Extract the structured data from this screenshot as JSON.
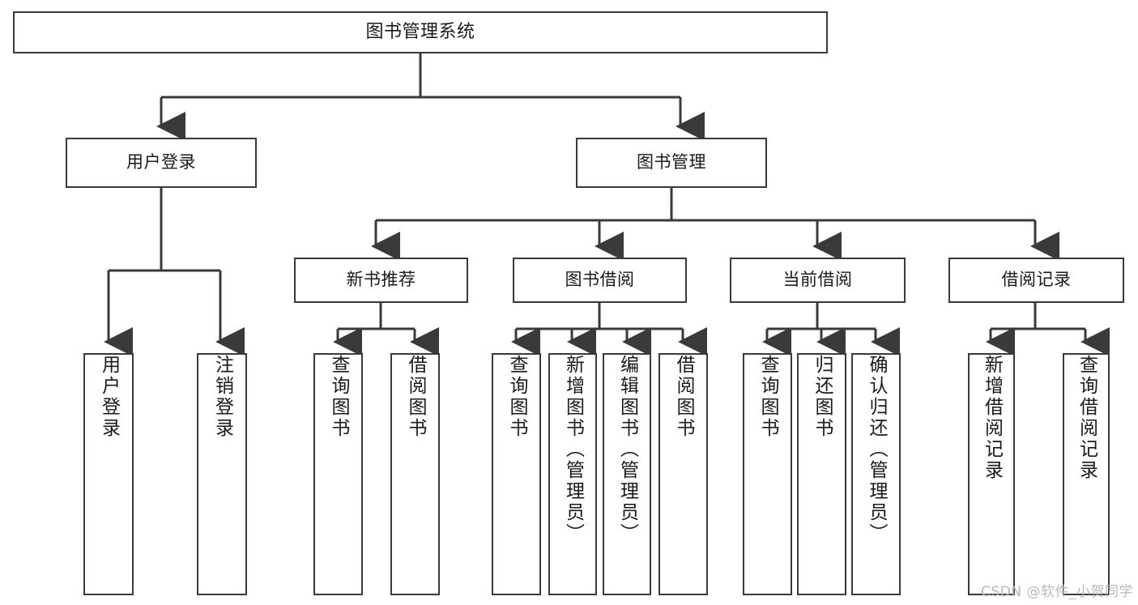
{
  "diagram": {
    "title": "图书管理系统",
    "watermark": "CSDN @软件_小贺同学",
    "stroke_color": "#3a3a3a",
    "background_color": "#ffffff",
    "text_color": "#1a1a1a",
    "type": "tree-hierarchy",
    "root": {
      "label": "图书管理系统"
    },
    "level2": [
      {
        "label": "用户登录"
      },
      {
        "label": "图书管理"
      }
    ],
    "level3": [
      {
        "label": "新书推荐"
      },
      {
        "label": "图书借阅"
      },
      {
        "label": "当前借阅"
      },
      {
        "label": "借阅记录"
      }
    ],
    "leaves": {
      "user_login": [
        {
          "label": "用户登录"
        },
        {
          "label": "注销登录"
        }
      ],
      "new_book": [
        {
          "label": "查询图书"
        },
        {
          "label": "借阅图书"
        }
      ],
      "book_borrow": [
        {
          "label": "查询图书"
        },
        {
          "label": "新增图书（管理员）"
        },
        {
          "label": "编辑图书（管理员）"
        },
        {
          "label": "借阅图书"
        }
      ],
      "current_borrow": [
        {
          "label": "查询图书"
        },
        {
          "label": "归还图书"
        },
        {
          "label": "确认归还（管理员）"
        }
      ],
      "borrow_record": [
        {
          "label": "新增借阅记录"
        },
        {
          "label": "查询借阅记录"
        }
      ]
    }
  }
}
